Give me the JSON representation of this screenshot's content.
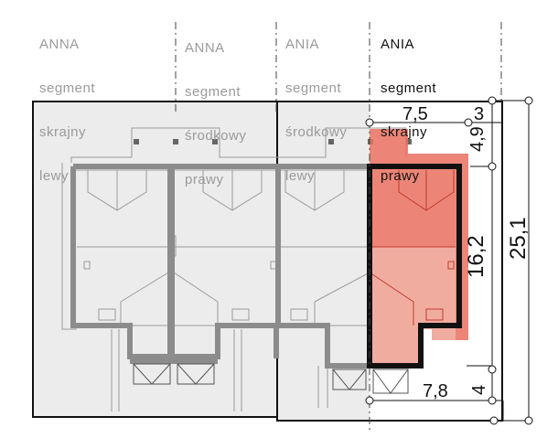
{
  "segments": [
    {
      "name": "ANNA",
      "line1": "segment",
      "line2": "skrajny",
      "line3": "lewy",
      "active": false
    },
    {
      "name": "ANNA",
      "line1": "segment",
      "line2": "środkowy",
      "line3": "prawy",
      "active": false
    },
    {
      "name": "ANIA",
      "line1": "segment",
      "line2": "środkowy",
      "line3": "lewy",
      "active": false
    },
    {
      "name": "ANIA",
      "line1": "segment",
      "line2": "skrajny",
      "line3": "prawy",
      "active": true
    }
  ],
  "dimensions": {
    "top_width": "7,5",
    "top_offset": "3",
    "front_depth": "4,9",
    "house_depth": "16,2",
    "total_depth": "25,1",
    "bottom_width": "7,8",
    "bottom_depth": "4"
  },
  "colors": {
    "highlight_fill": "#e9705f",
    "highlight_light": "#f3b5aa",
    "wall_gray": "#8c8c8c",
    "plot_fill": "#ececec",
    "line": "#111111"
  }
}
